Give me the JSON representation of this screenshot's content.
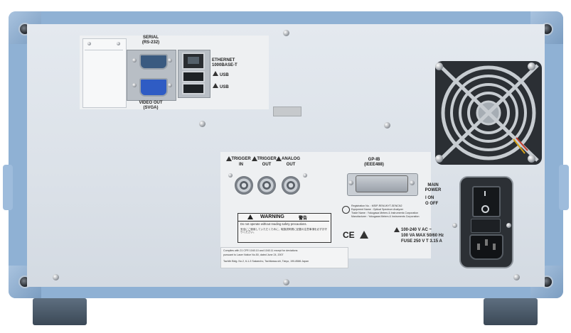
{
  "ports": {
    "serial_label": "SERIAL",
    "serial_sub": "(RS-232)",
    "ethernet_label": "ETHERNET",
    "ethernet_sub": "1000BASE-T",
    "usb1": "USB",
    "usb2": "USB",
    "video_label": "VIDEO OUT",
    "video_sub": "(SVGA)"
  },
  "io": {
    "trigger_in_top": "TRIGGER",
    "trigger_in_bottom": "IN",
    "trigger_out_top": "TRIGGER",
    "trigger_out_bottom": "OUT",
    "analog_out_top": "ANALOG",
    "analog_out_bottom": "OUT",
    "gpib_label": "GP-IB",
    "gpib_sub": "(IEEE488)"
  },
  "warning": {
    "title": "WARNING",
    "title_jp": "警告",
    "line1": "Do not operate without reading safety precautions.",
    "line2": "安全にご使用していただくために、取扱説明書に記載の注意事項を必ずお守りください。"
  },
  "info": {
    "reg_no": "Registration No. : MSIP-REM-WYT-SENCN2",
    "equipment": "Equipment Name : Optical Spectrum Analyzer",
    "trade": "Trade Name : Yokogawa Meters & Instruments Corporation",
    "maker": "Manufacturer : Yokogawa Meters & Instruments Corporation"
  },
  "compliance": {
    "line1": "Complies with 21 CFR 1040.10 and 1040.11 except for deviations",
    "line2": "pursuant to Laser Notice No.50, dated June 24, 2007",
    "line3": "Tachihi Bldg. No.2, 6-1-3 Sakaecho, Tachikawa-shi, Tokyo, 190-8586 Japan"
  },
  "power": {
    "label_main": "MAIN",
    "label_power": "POWER",
    "on": "I ON",
    "off": "O OFF",
    "rating1": "100-240 V AC ~",
    "rating2": "100 VA MAX 50/60 Hz",
    "fuse": "FUSE 250 V T 3.15 A"
  },
  "marks": {
    "ce": "CE"
  },
  "colors": {
    "frame": "#8fb1d4",
    "panel": "#dde3ea",
    "label_plate": "#eef0f2"
  }
}
